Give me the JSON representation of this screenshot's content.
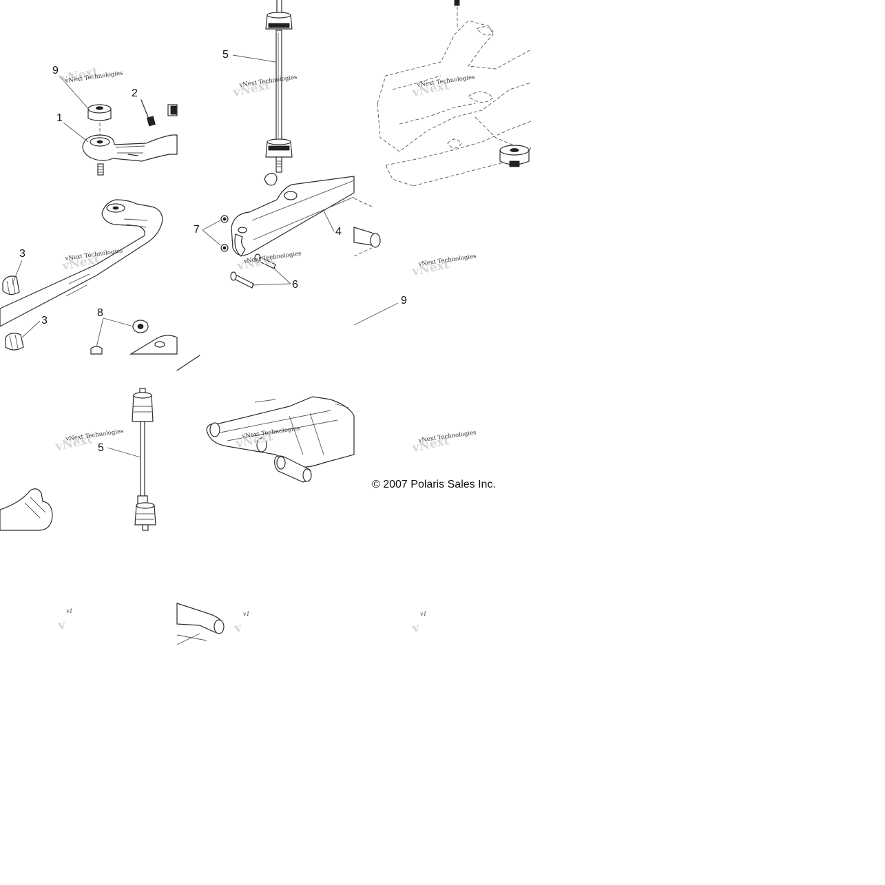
{
  "callouts": {
    "c1": "1",
    "c2": "2",
    "c3a": "3",
    "c3b": "3",
    "c4": "4",
    "c5a": "5",
    "c5b": "5",
    "c6": "6",
    "c7": "7",
    "c8": "8",
    "c9a": "9",
    "c9b": "9"
  },
  "watermark": {
    "text": "vNext Technologies",
    "short": "v1"
  },
  "copyright": "© 2007 Polaris Sales Inc."
}
